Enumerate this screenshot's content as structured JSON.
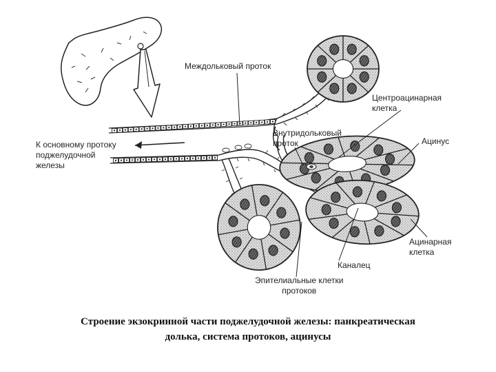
{
  "labels": {
    "interlobular_duct": "Междольковый проток",
    "centroacinar_cell": "Центроацинарная\nклетка",
    "intralobular_duct": "Внутридольковый\nпроток",
    "acinus": "Ацинус",
    "to_main_duct": "К основному протоку\nподжелудочной\nжелезы",
    "acinar_cell": "Ацинарная\nклетка",
    "canaliculus": "Каналец",
    "duct_epithelial_cells": "Эпителиальные клетки\nпротоков"
  },
  "caption": {
    "line1": "Строение экзокринной части поджелудочной железы: панкреатическая",
    "line2": "долька, система протоков, ацинусы"
  },
  "colors": {
    "ink": "#222222",
    "cell_fill": "#d4d4d4",
    "nucleus_fill": "#555555"
  }
}
